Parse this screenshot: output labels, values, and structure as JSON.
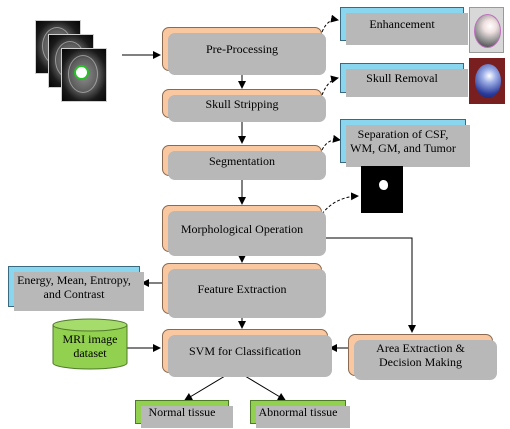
{
  "steps": {
    "preprocessing": "Pre-Processing",
    "skull_stripping": "Skull Stripping",
    "segmentation": "Segmentation",
    "morphological": "Morphological Operation",
    "feature_extraction": "Feature Extraction",
    "svm": "SVM for Classification",
    "area_extraction": "Area Extraction & Decision Making"
  },
  "side": {
    "enhancement": "Enhancement",
    "skull_removal": "Skull Removal",
    "separation": "Separation of CSF, WM, GM, and Tumor",
    "features": "Energy, Mean, Entropy, and Contrast"
  },
  "dataset": "MRI image dataset",
  "outputs": {
    "normal": "Normal tissue",
    "abnormal": "Abnormal tissue"
  },
  "colors": {
    "process": "#f9c8a0",
    "side_note": "#89d6ee",
    "output": "#92d050",
    "dataset": "#92d050"
  }
}
